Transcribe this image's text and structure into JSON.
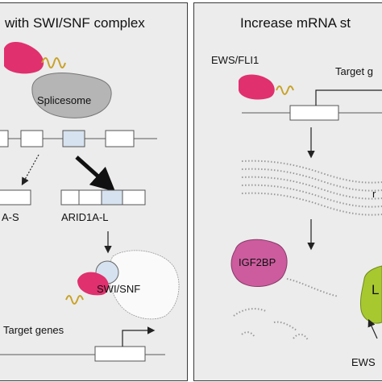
{
  "left_panel": {
    "title": "with SWI/SNF complex",
    "splicesome_label": "Splicesome",
    "short_isoform_label": "A-S",
    "long_isoform_label": "ARID1A-L",
    "swisnf_label": "SWI/SNF",
    "target_genes_label": "Target genes"
  },
  "right_panel": {
    "title": "Increase mRNA st",
    "ews_fli1_label": "EWS/FLI1",
    "target_label": "Target g",
    "mrna_label": "r",
    "igf2bp_label": "IGF2BP",
    "l_label": "L",
    "ews_bottom_label": "EWS"
  },
  "colors": {
    "panel_bg": "#ececec",
    "ews_pink": "#e0306e",
    "linker_gold": "#c9a227",
    "splicesome_gray": "#b5b5b5",
    "exon_highlight": "#d6e2f0",
    "igf2bp_magenta": "#cc5c9e",
    "lin28_green": "#a8c830"
  }
}
